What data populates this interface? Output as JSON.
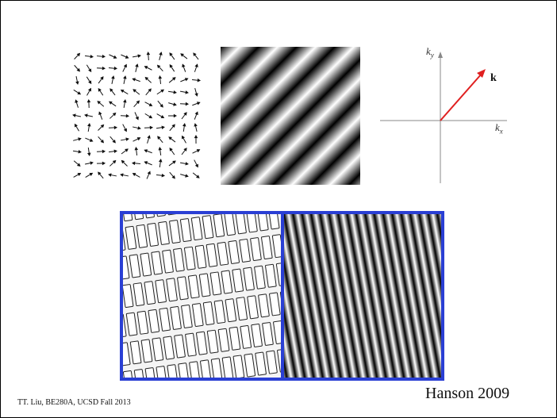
{
  "slide": {
    "footer": "TT. Liu, BE280A, UCSD Fall 2013",
    "credit": "Hanson 2009"
  },
  "k_plot": {
    "y_axis": "k",
    "y_sub": "y",
    "x_axis": "k",
    "x_sub": "x",
    "vector": "k",
    "vector_color": "#e02020"
  },
  "colors": {
    "frame": "#2a3fd4",
    "text": "#111111"
  }
}
